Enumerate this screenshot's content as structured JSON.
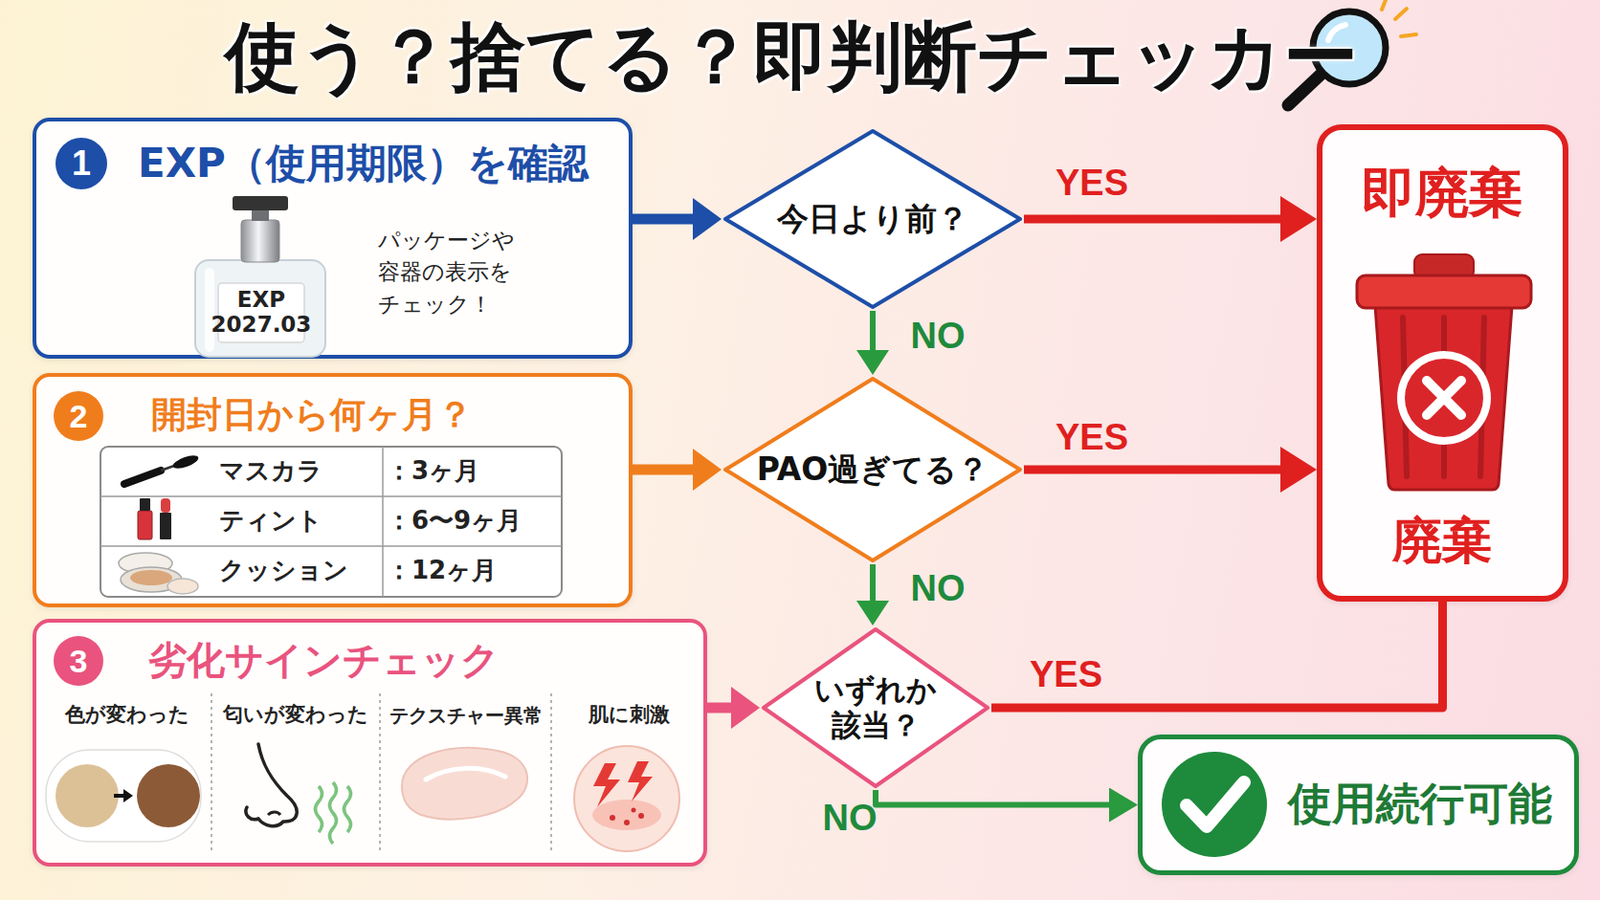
{
  "diagram": {
    "title": "使う？捨てる？即判断チェッカー",
    "nodes": [
      {
        "text": [
          "EXP（使用期限）を確認",
          "パッケージや 容器の表示を チェック！"
        ]
      },
      {
        "text": [
          "今日より前？"
        ]
      },
      {
        "text": [
          "開封日から何ヶ月？"
        ]
      },
      {
        "text": [
          "PAO過ぎてる？"
        ]
      },
      {
        "text": [
          "劣化サインチェック"
        ]
      },
      {
        "text": [
          "いずれか 該当？"
        ]
      },
      {
        "text": [
          "即廃棄",
          "廃棄"
        ]
      },
      {
        "text": [
          "使用続行可能"
        ]
      }
    ],
    "edges": [
      {
        "from": 0,
        "to": 1,
        "arrow": "to"
      },
      {
        "from": 1,
        "to": 6,
        "label": "YES",
        "arrow": "to"
      },
      {
        "from": 1,
        "to": 3,
        "label": "NO",
        "arrow": "to"
      },
      {
        "from": 2,
        "to": 3,
        "arrow": "to"
      },
      {
        "from": 3,
        "to": 6,
        "label": "YES",
        "arrow": "to"
      },
      {
        "from": 3,
        "to": 5,
        "label": "NO",
        "arrow": "to"
      },
      {
        "from": 4,
        "to": 5,
        "arrow": "to"
      },
      {
        "from": 5,
        "to": 6,
        "label": "YES",
        "arrow": "none"
      },
      {
        "from": 5,
        "to": 7,
        "label": "NO",
        "arrow": "to"
      }
    ],
    "labels": [
      "1",
      "EXP",
      "2027.03",
      "2",
      "マスカラ",
      "：3ヶ月",
      "ティント",
      "：6〜9ヶ月",
      "クッション",
      "：12ヶ月",
      "3",
      "色が変わった",
      "匂いが変わった",
      "テクスチャー異常",
      "肌に刺激"
    ]
  }
}
